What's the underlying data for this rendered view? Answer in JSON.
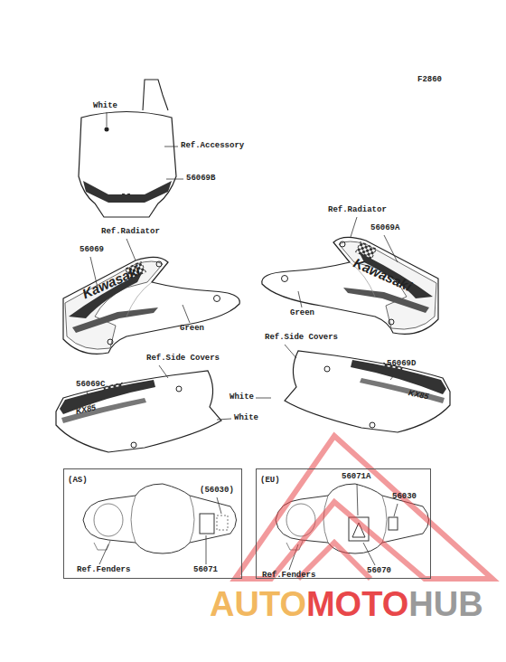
{
  "diagram": {
    "nodes": [
      {
        "text": [
          "(AS)"
        ]
      },
      {
        "text": [
          "(EU)"
        ]
      }
    ],
    "labels": [
      "F2860",
      "White",
      "Ref.Accessory",
      "56069B",
      "Ref.Radiator",
      "56069",
      "Kawasaki",
      "Green",
      "Ref.Radiator",
      "56069A",
      "Kawasaki",
      "Green",
      "Ref.Side Covers",
      "56069C",
      "KX85",
      "White",
      "Ref.Side Covers",
      "56069D",
      "KX85",
      "White",
      "(56030)",
      "56071",
      "Ref.Fenders",
      "56071A",
      "56030",
      "56070",
      "Ref.Fenders",
      "AUTO",
      "MOTO",
      "HUB"
    ]
  }
}
